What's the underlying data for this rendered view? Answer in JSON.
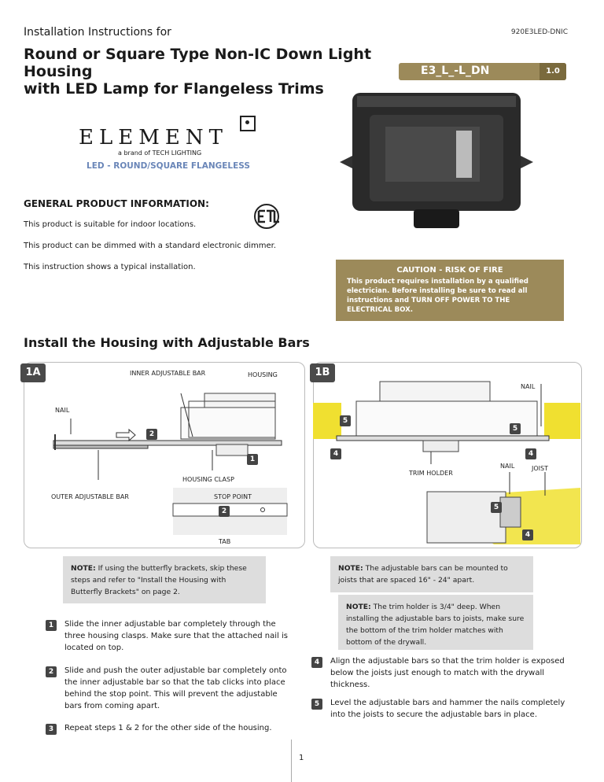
{
  "header": {
    "subtitle": "Installation Instructions for",
    "doc_id": "920E3LED-DNIC",
    "title_line1": "Round or Square Type Non-IC Down Light Housing",
    "title_line2": "with LED Lamp for Flangeless Trims",
    "model_code": "E3_L_-L_DN",
    "version": "1.0"
  },
  "brand": {
    "name": "ELEMENT",
    "sub": "a brand of TECH LIGHTING",
    "product_type": "LED - ROUND/SQUARE FLANGELESS"
  },
  "general": {
    "heading": "GENERAL PRODUCT INFORMATION:",
    "lines": [
      "This product is suitable for indoor locations.",
      "This product can be dimmed with a standard electronic dimmer.",
      "This instruction shows a typical installation."
    ]
  },
  "caution": {
    "title": "CAUTION - RISK OF FIRE",
    "text": "This product requires installation by a qualified electrician. Before installing be sure to read all instructions and TURN OFF POWER TO THE ELECTRICAL BOX."
  },
  "section": {
    "title": "Install the Housing with Adjustable Bars"
  },
  "panel_a": {
    "tag": "1A",
    "labels": {
      "inner_bar": "INNER ADJUSTABLE BAR",
      "housing": "HOUSING",
      "nail": "NAIL",
      "housing_clasp": "HOUSING CLASP",
      "outer_bar": "OUTER ADJUSTABLE BAR",
      "stop_point": "STOP POINT",
      "tab": "TAB"
    },
    "markers": [
      "2",
      "1",
      "2"
    ]
  },
  "panel_b": {
    "tag": "1B",
    "labels": {
      "nail_top": "NAIL",
      "nail_mid": "NAIL",
      "joist": "JOIST",
      "trim_holder": "TRIM HOLDER"
    },
    "markers": [
      "5",
      "5",
      "4",
      "4",
      "5",
      "4"
    ]
  },
  "notes": {
    "butterfly_bold": "NOTE:",
    "butterfly": " If using the butterfly brackets, skip these steps and refer to \"Install the Housing with Butterfly Brackets\" on page 2.",
    "joist_bold": "NOTE:",
    "joist": " The adjustable bars can be mounted to joists that are spaced 16\" - 24\" apart.",
    "trim_bold": "NOTE:",
    "trim": " The trim holder is 3/4\" deep. When installing the adjustable bars to joists, make sure the bottom of the trim holder matches with bottom of the drywall."
  },
  "steps": [
    {
      "num": "1",
      "text": "Slide the inner adjustable bar completely through the three housing clasps. Make sure that the attached nail is located on top."
    },
    {
      "num": "2",
      "text": "Slide and push the outer adjustable bar completely onto the inner adjustable bar so that the tab clicks into place behind the stop point. This will prevent the adjustable bars from coming apart."
    },
    {
      "num": "3",
      "text": "Repeat steps 1 & 2 for the other side of the housing."
    },
    {
      "num": "4",
      "text": "Align the adjustable bars so that the trim holder is exposed below the joists just enough to match with the drywall thickness."
    },
    {
      "num": "5",
      "text": "Level the adjustable bars and hammer the nails completely into the joists to secure the adjustable bars in place."
    }
  ],
  "footer": {
    "page": "1"
  },
  "colors": {
    "accent": "#9c8a5a",
    "joist": "#f0e030",
    "brand_blue": "#6a86b8"
  }
}
